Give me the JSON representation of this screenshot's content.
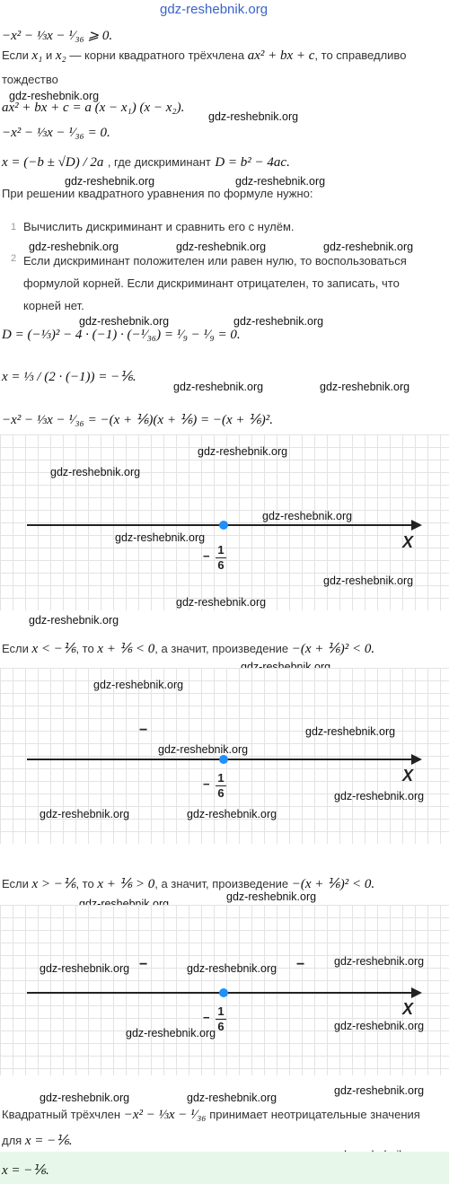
{
  "watermark": "gdz-reshebnik.org",
  "formulas": {
    "f1": "−x² − ⅓x − ¹⁄₃₆ ⩾ 0.",
    "identity": "ax² + bx + c = a (x − x₁) (x − x₂).",
    "eq": "−x² − ⅓x − ¹⁄₃₆ = 0.",
    "roots": "x = (−b ± √D) / 2a",
    "disc_formula": "D = b² − 4ac.",
    "disc_calc": "D = (−⅓)² − 4 · (−1) · (−¹⁄₃₆) = ¹⁄₉ − ¹⁄₉ = 0.",
    "root_calc": "x = ⅓ / (2 · (−1)) = −⅙.",
    "factor": "−x² − ⅓x − ¹⁄₃₆ = −(x + ⅙)(x + ⅙) = −(x + ⅙)².",
    "cond1": "x < −⅙",
    "cond1_a": "x + ⅙ < 0",
    "prod_neg": "−(x + ⅙)² < 0.",
    "cond2": "x > −⅙",
    "cond2_a": "x + ⅙ > 0",
    "trinomial": "−x² − ⅓x − ¹⁄₃₆",
    "for_x": "x = −⅙.",
    "final": "x = −⅙."
  },
  "text": {
    "roots_intro_a": "Если",
    "roots_intro_b": "и",
    "roots_intro_c": "— корни квадратного трёхчлена",
    "roots_intro_d": ", то справедливо",
    "x1": "x₁",
    "x2": "x₂",
    "trinomial_general": "ax² + bx + c",
    "identity_word": "тождество",
    "where_disc": ", где дискриминант",
    "solve_rule": "При решении квадратного уравнения по формуле нужно:",
    "step1_num": "1",
    "step1": "Вычислить дискриминант и сравнить его с нулём.",
    "step2_num": "2",
    "step2": "Если дискриминант положителен или равен нулю, то воспользоваться формулой корней. Если дискриминант отрицателен, то записать, что корней нет.",
    "if_word": "Если",
    "then_word": ", то",
    "means_product": ", а значит, произведение",
    "concl_a": "Квадратный трёхчлен",
    "concl_b": "принимает неотрицательные значения",
    "concl_c": "для"
  },
  "number_line": {
    "axis_label": "X",
    "point_sign": "−",
    "point_num": "1",
    "point_den": "6",
    "minus_sign": "−"
  }
}
